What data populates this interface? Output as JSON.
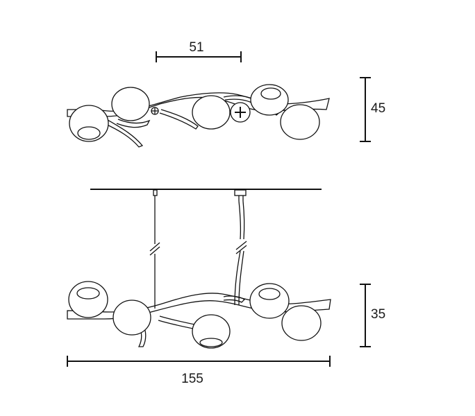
{
  "dimensions": {
    "top_width": "51",
    "top_height": "45",
    "bottom_height": "35",
    "bottom_width": "155"
  }
}
